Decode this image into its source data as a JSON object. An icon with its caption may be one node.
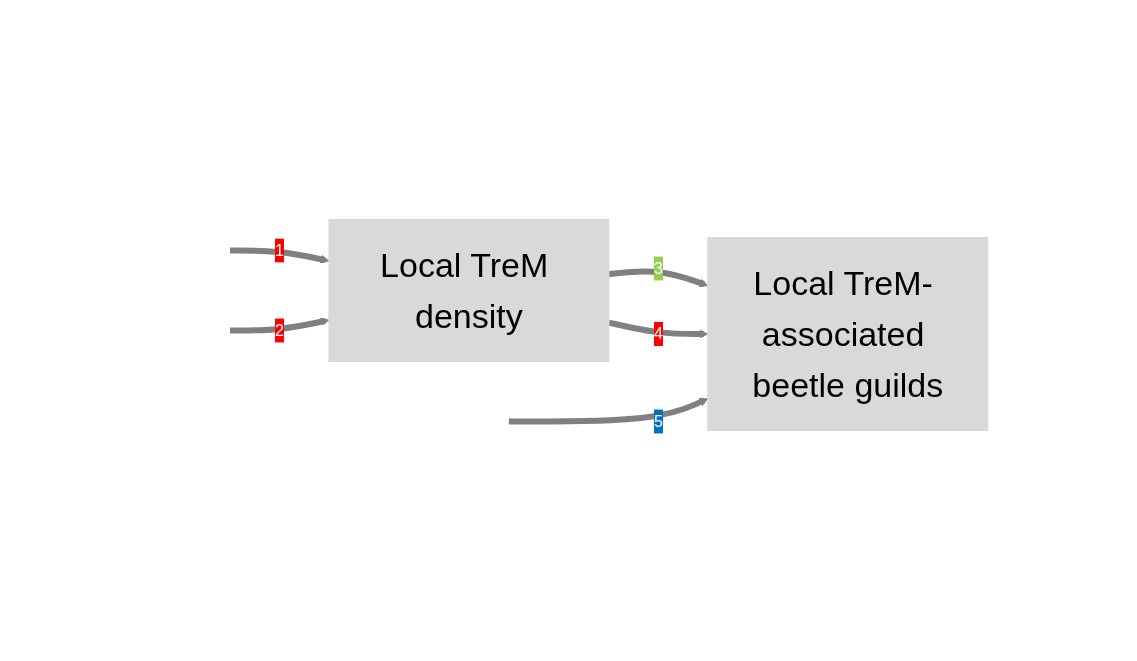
{
  "diagram": {
    "nodes": [
      {
        "text": [
          "Local TreM density"
        ]
      },
      {
        "text": [
          "Local TreM- associated beetle guilds"
        ]
      }
    ],
    "edges": [
      {
        "from": null,
        "to": 0,
        "arrow": "to",
        "label": "1"
      },
      {
        "from": null,
        "to": 0,
        "arrow": "to",
        "label": "2"
      },
      {
        "from": 0,
        "to": 1,
        "arrow": "to",
        "label": "3"
      },
      {
        "from": 0,
        "to": 1,
        "arrow": "to",
        "label": "4"
      },
      {
        "from": null,
        "to": 1,
        "arrow": "to",
        "label": "5"
      }
    ]
  }
}
